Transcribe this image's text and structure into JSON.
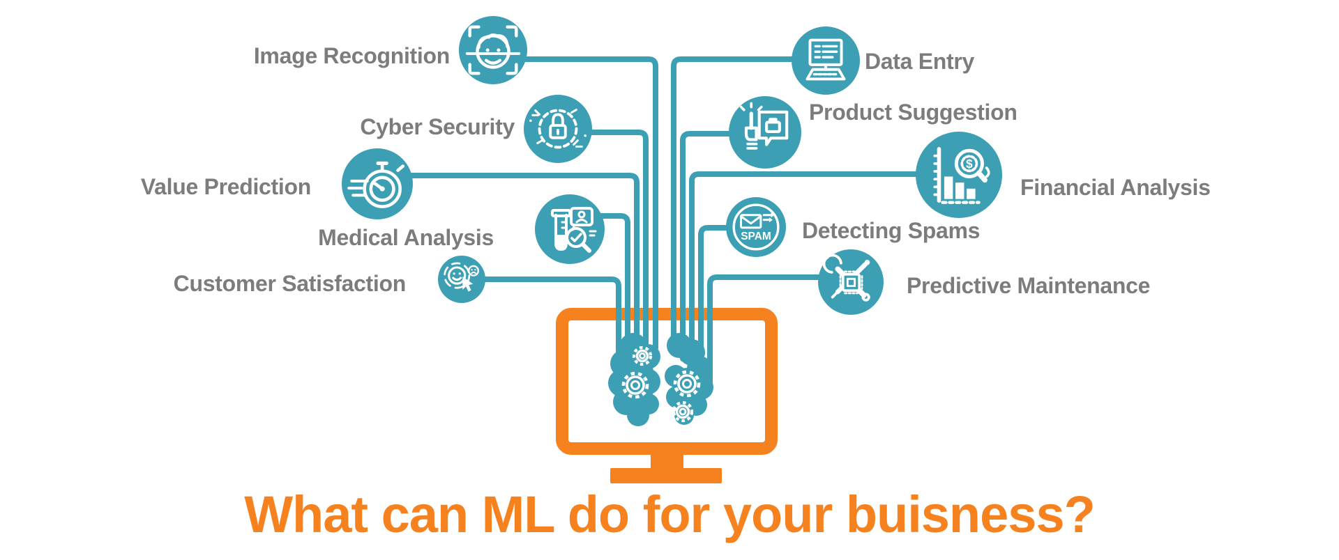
{
  "title": "What can ML do for your buisness?",
  "colors": {
    "teal": "#3d9fb4",
    "orange": "#f6821f",
    "label_gray": "#7c7c7c",
    "background": "#ffffff"
  },
  "center": {
    "monitor_icon": "monitor-with-brain-icon",
    "brain_icon": "brain-gears-icon"
  },
  "nodes": [
    {
      "label": "Image Recognition",
      "icon": "face-recognition-icon",
      "side": "left"
    },
    {
      "label": "Cyber Security",
      "icon": "padlock-circuit-icon",
      "side": "left"
    },
    {
      "label": "Value Prediction",
      "icon": "stopwatch-icon",
      "side": "left"
    },
    {
      "label": "Medical Analysis",
      "icon": "test-tube-magnifier-icon",
      "side": "left"
    },
    {
      "label": "Customer Satisfaction",
      "icon": "smiley-feedback-icon",
      "side": "left"
    },
    {
      "label": "Data Entry",
      "icon": "computer-keyboard-icon",
      "side": "right"
    },
    {
      "label": "Product Suggestion",
      "icon": "suggestion-bubble-icon",
      "side": "right"
    },
    {
      "label": "Financial Analysis",
      "icon": "bar-chart-magnifier-icon",
      "side": "right"
    },
    {
      "label": "Detecting Spams",
      "icon": "spam-envelope-icon",
      "side": "right"
    },
    {
      "label": "Predictive Maintenance",
      "icon": "wrench-chip-icon",
      "side": "right"
    }
  ],
  "icon_texts": {
    "spam_text": "SPAM",
    "dollar_symbol": "$"
  }
}
